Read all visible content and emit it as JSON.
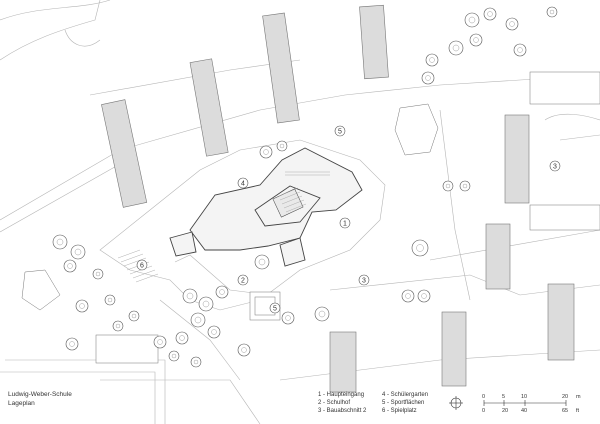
{
  "title": {
    "line1": "Ludwig-Weber-Schule",
    "line2": "Lageplan"
  },
  "legend": {
    "col1": [
      "1 - Haupteingang",
      "2 - Schulhof",
      "3 - Bauabschnitt 2"
    ],
    "col2": [
      "4 - Schülergarten",
      "5 - Sportflächen",
      "6 - Spielplatz"
    ]
  },
  "scale": {
    "m_ticks": [
      "0",
      "5",
      "10",
      "20"
    ],
    "m_unit": "m",
    "ft_ticks": [
      "0",
      "20",
      "40",
      "65"
    ],
    "ft_unit": "ft"
  },
  "markers": [
    {
      "label": "1"
    },
    {
      "label": "2"
    },
    {
      "label": "3"
    },
    {
      "label": "3"
    },
    {
      "label": "4"
    },
    {
      "label": "5"
    },
    {
      "label": "5"
    },
    {
      "label": "6"
    }
  ]
}
